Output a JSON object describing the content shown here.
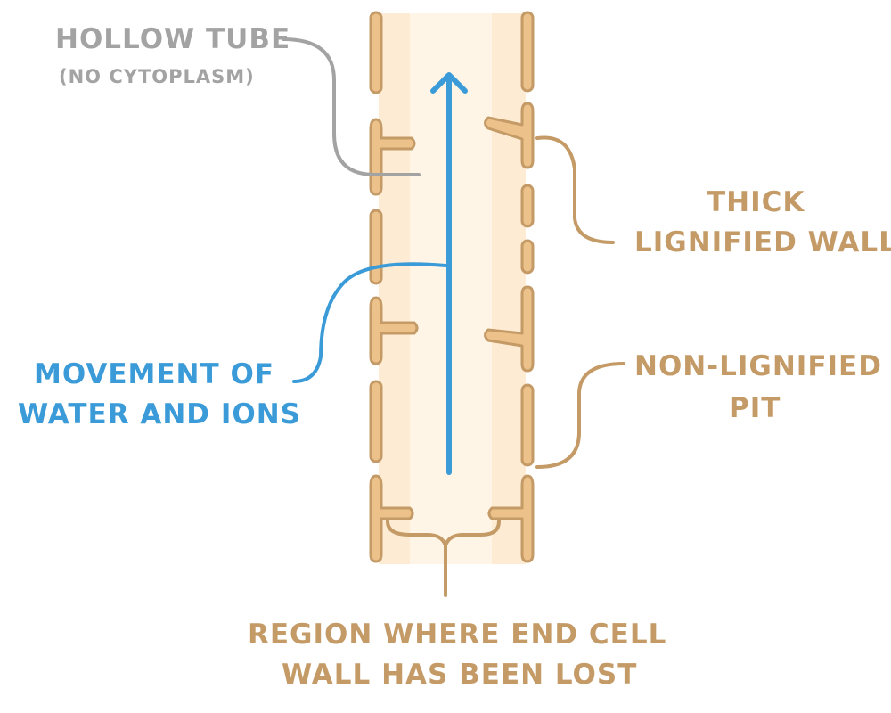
{
  "labels": {
    "hollow_tube": "HOLLOW TUBE",
    "no_cytoplasm": "(NO CYTOPLASM)",
    "thick_wall_line1": "THICK",
    "thick_wall_line2": "LIGNIFIED WALL",
    "movement_line1": "MOVEMENT OF",
    "movement_line2": "WATER AND IONS",
    "pit_line1": "NON-LIGNIFIED",
    "pit_line2": "PIT",
    "region_line1": "REGION WHERE END CELL",
    "region_line2": "WALL HAS BEEN LOST"
  },
  "colors": {
    "wall": "#c49a66",
    "tube_fill": "#fdebd3",
    "tube_center": "#fff5e6",
    "gray_label": "#a3a3a3",
    "blue_label": "#3b9bd8"
  }
}
